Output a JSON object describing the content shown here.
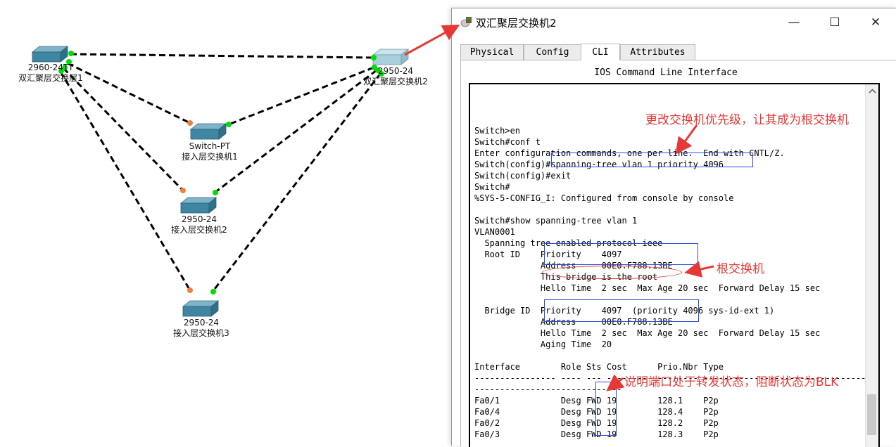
{
  "topology": {
    "devices": [
      {
        "model": "2960-24TT",
        "name": "双汇聚层交换层1",
        "type": "switch"
      },
      {
        "model": "2950-24",
        "name": "双汇聚层交换机2",
        "type": "switch-selected"
      },
      {
        "model": "Switch-PT",
        "name": "接入层交换机1",
        "type": "switch"
      },
      {
        "model": "2950-24",
        "name": "接入层交换机2",
        "type": "switch"
      },
      {
        "model": "2950-24",
        "name": "接入层交换机3",
        "type": "switch"
      }
    ],
    "colors": {
      "link_up": "#00dd00",
      "link_blocking": "#f08040",
      "link_line": "#000000"
    }
  },
  "window": {
    "title": "双汇聚层交换机2",
    "controls": {
      "minimize": "—",
      "maximize": "☐",
      "close": "✕"
    },
    "tabs": [
      {
        "label": "Physical",
        "active": false
      },
      {
        "label": "Config",
        "active": false
      },
      {
        "label": "CLI",
        "active": true
      },
      {
        "label": "Attributes",
        "active": false
      }
    ],
    "cli_title": "IOS Command Line Interface"
  },
  "cli": {
    "lines": [
      "Switch>en",
      "Switch#conf t",
      "Enter configuration commands, one per line.  End with CNTL/Z.",
      "Switch(config)#spanning-tree vlan 1 priority 4096",
      "Switch(config)#exit",
      "Switch#",
      "%SYS-5-CONFIG_I: Configured from console by console",
      "",
      "Switch#show spanning-tree vlan 1",
      "VLAN0001",
      "  Spanning tree enabled protocol ieee",
      "  Root ID    Priority    4097",
      "             Address     00E0.F788.13BE",
      "             This bridge is the root",
      "             Hello Time  2 sec  Max Age 20 sec  Forward Delay 15 sec",
      "",
      "  Bridge ID  Priority    4097  (priority 4096 sys-id-ext 1)",
      "             Address     00E0.F788.13BE",
      "             Hello Time  2 sec  Max Age 20 sec  Forward Delay 15 sec",
      "             Aging Time  20",
      "",
      "Interface        Role Sts Cost      Prio.Nbr Type",
      "---------------- ---- --- --------- -------- --------------------------------",
      "-----------------------------",
      "Fa0/1            Desg FWD 19        128.1    P2p",
      "Fa0/4            Desg FWD 19        128.4    P2p",
      "Fa0/2            Desg FWD 19        128.2    P2p",
      "Fa0/3            Desg FWD 19        128.3    P2p"
    ]
  },
  "annotations": {
    "change_priority": "更改交换机优先级，让其成为根交换机",
    "root_switch": "根交换机",
    "port_state": "说明端口处于转发状态，阻断状态为BLK",
    "color": "#e53935"
  }
}
